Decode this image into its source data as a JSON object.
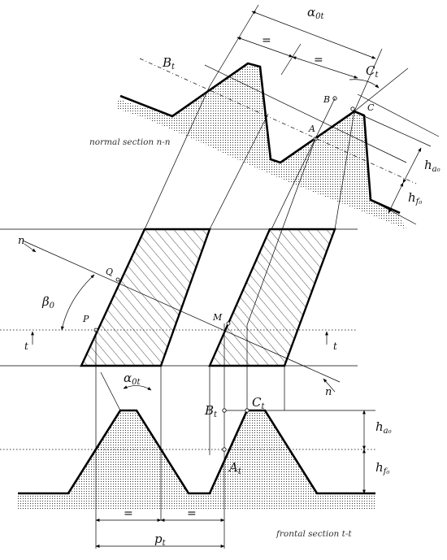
{
  "captions": {
    "normal": "normal section n-n",
    "frontal": "frontal section t-t"
  },
  "labels": {
    "alpha_0t": "α",
    "alpha_0t_sub": "0t",
    "B_t": "B",
    "B_t_sub": "t",
    "C_t": "C",
    "C_t_sub": "t",
    "A_t": "A",
    "A_t_sub": "t",
    "p_t": "p",
    "p_t_sub": "t",
    "h_a0": "h",
    "h_a0_sub": "a₀",
    "h_f0": "h",
    "h_f0_sub": "f₀",
    "beta_0": "β",
    "beta_0_sub": "0",
    "B": "B",
    "A": "A",
    "C": "C",
    "P": "P",
    "Q": "Q",
    "M": "M",
    "n": "n",
    "t": "t",
    "equal": "="
  },
  "colors": {
    "line": "#000000",
    "caption": "#333333",
    "background": "#ffffff"
  }
}
